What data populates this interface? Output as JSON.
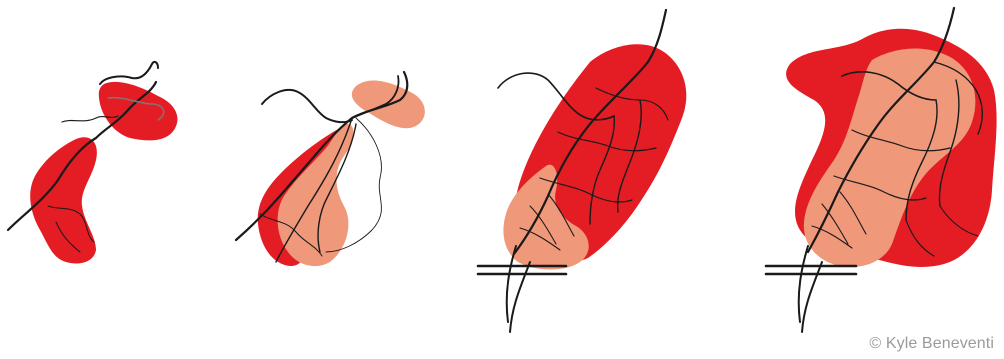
{
  "credit": "© Kyle Beneventi",
  "colors": {
    "red": "#e41c24",
    "salmon": "#f0987a",
    "line": "#1a1a1a",
    "background": "#ffffff"
  },
  "stages": [
    {
      "id": "stage-1"
    },
    {
      "id": "stage-2"
    },
    {
      "id": "stage-3"
    },
    {
      "id": "stage-4"
    }
  ]
}
